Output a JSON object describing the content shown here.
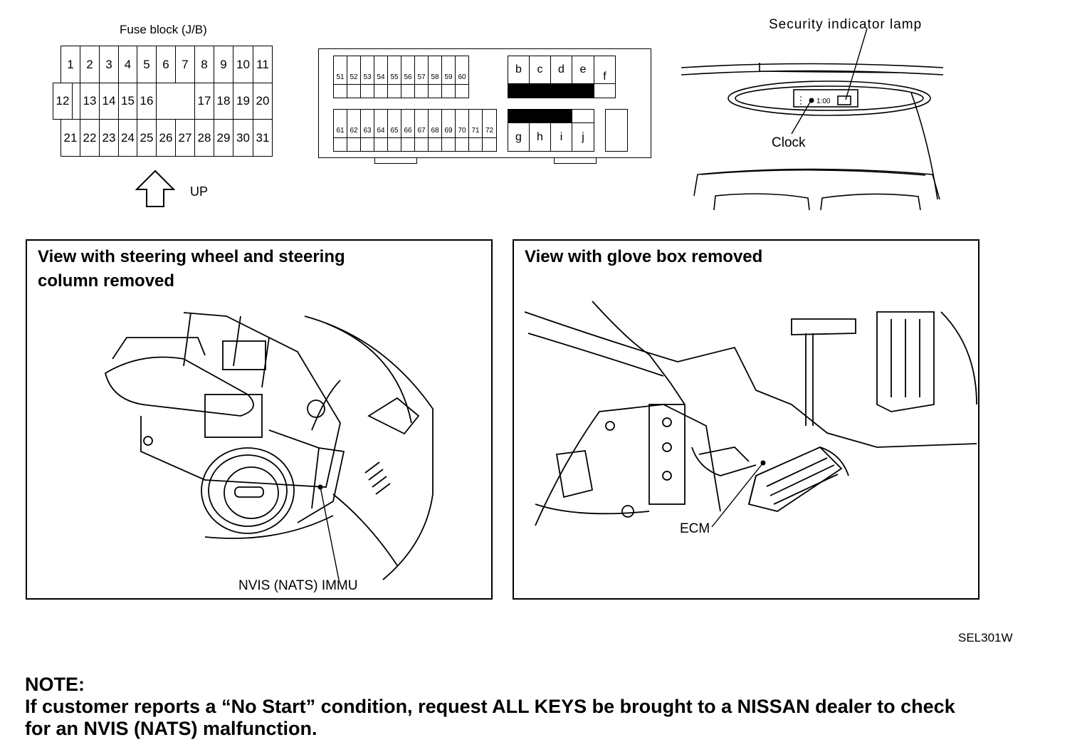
{
  "fuse_block": {
    "title": "Fuse block (J/B)",
    "row1": [
      "1",
      "2",
      "3",
      "4",
      "5",
      "6",
      "7",
      "8",
      "9",
      "10",
      "11"
    ],
    "row2_left": [
      "12",
      "13",
      "14",
      "15",
      "16"
    ],
    "row2_right": [
      "17",
      "18",
      "19",
      "20"
    ],
    "row3": [
      "21",
      "22",
      "23",
      "24",
      "25",
      "26",
      "27",
      "28",
      "29",
      "30",
      "31"
    ],
    "up_label": "UP"
  },
  "relay_box": {
    "upper_row": [
      "51",
      "52",
      "53",
      "54",
      "55",
      "56",
      "57",
      "58",
      "59",
      "60"
    ],
    "lower_row": [
      "61",
      "62",
      "63",
      "64",
      "65",
      "66",
      "67",
      "68",
      "69",
      "70",
      "71",
      "72"
    ],
    "upper_letters": [
      "b",
      "c",
      "d",
      "e",
      "f"
    ],
    "lower_letters": [
      "g",
      "h",
      "i",
      "j"
    ]
  },
  "security_view": {
    "lamp_label": "Security indicator lamp",
    "clock_label": "Clock",
    "clock_display": "1:00"
  },
  "panel_left": {
    "title_line1": "View with steering wheel and steering",
    "title_line2": "column removed",
    "component_label": "NVIS  (NATS)  IMMU"
  },
  "panel_right": {
    "title": "View with glove box removed",
    "component_label": "ECM"
  },
  "figure_code": "SEL301W",
  "note": {
    "heading": "NOTE:",
    "line1": "If customer reports a “No Start” condition, request ALL KEYS be brought to a NISSAN dealer to check",
    "line2": "for an NVIS (NATS) malfunction."
  }
}
